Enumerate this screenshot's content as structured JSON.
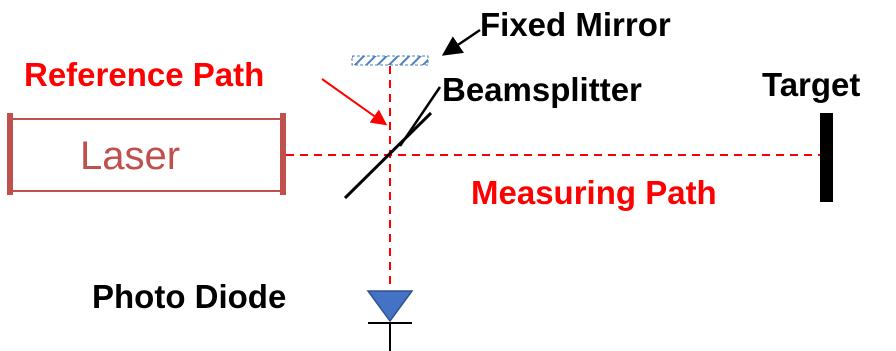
{
  "labels": {
    "fixed_mirror": "Fixed Mirror",
    "reference_path": "Reference Path",
    "target": "Target",
    "beamsplitter": "Beamsplitter",
    "laser": "Laser",
    "measuring_path": "Measuring Path",
    "photo_diode": "Photo Diode"
  },
  "colors": {
    "beam": "#ff0000",
    "laser_frame": "#c0504d",
    "mirror_hatch": "#4f81bd",
    "diode_fill": "#4472c4",
    "ink": "#000000"
  }
}
